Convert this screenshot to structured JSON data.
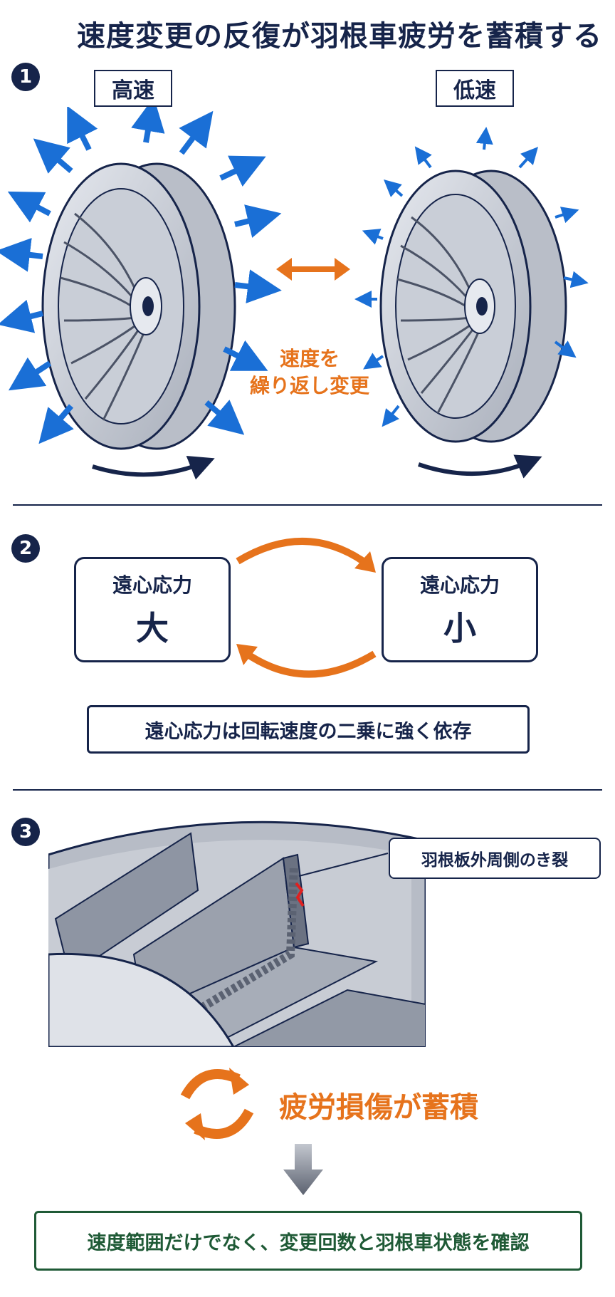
{
  "title": "速度変更の反復が羽根車疲労を蓄積する",
  "section1": {
    "badge": "1",
    "high_label": "高速",
    "low_label": "低速",
    "center_line1": "速度を",
    "center_line2": "繰り返し変更"
  },
  "section2": {
    "badge": "2",
    "box_left_line1": "遠心応力",
    "box_left_line2": "大",
    "box_right_line1": "遠心応力",
    "box_right_line2": "小",
    "note": "遠心応力は回転速度の二乗に強く依存"
  },
  "section3": {
    "badge": "3",
    "crack_label": "羽根板外周側のき裂",
    "accumulation": "疲労損傷が蓄積",
    "conclusion": "速度範囲だけでなく、変更回数と羽根車状態を確認"
  },
  "colors": {
    "navy": "#16244a",
    "orange": "#e6731c",
    "blue_arrow": "#1a6fd6",
    "green": "#1f5a36",
    "crack_red": "#e02020"
  }
}
